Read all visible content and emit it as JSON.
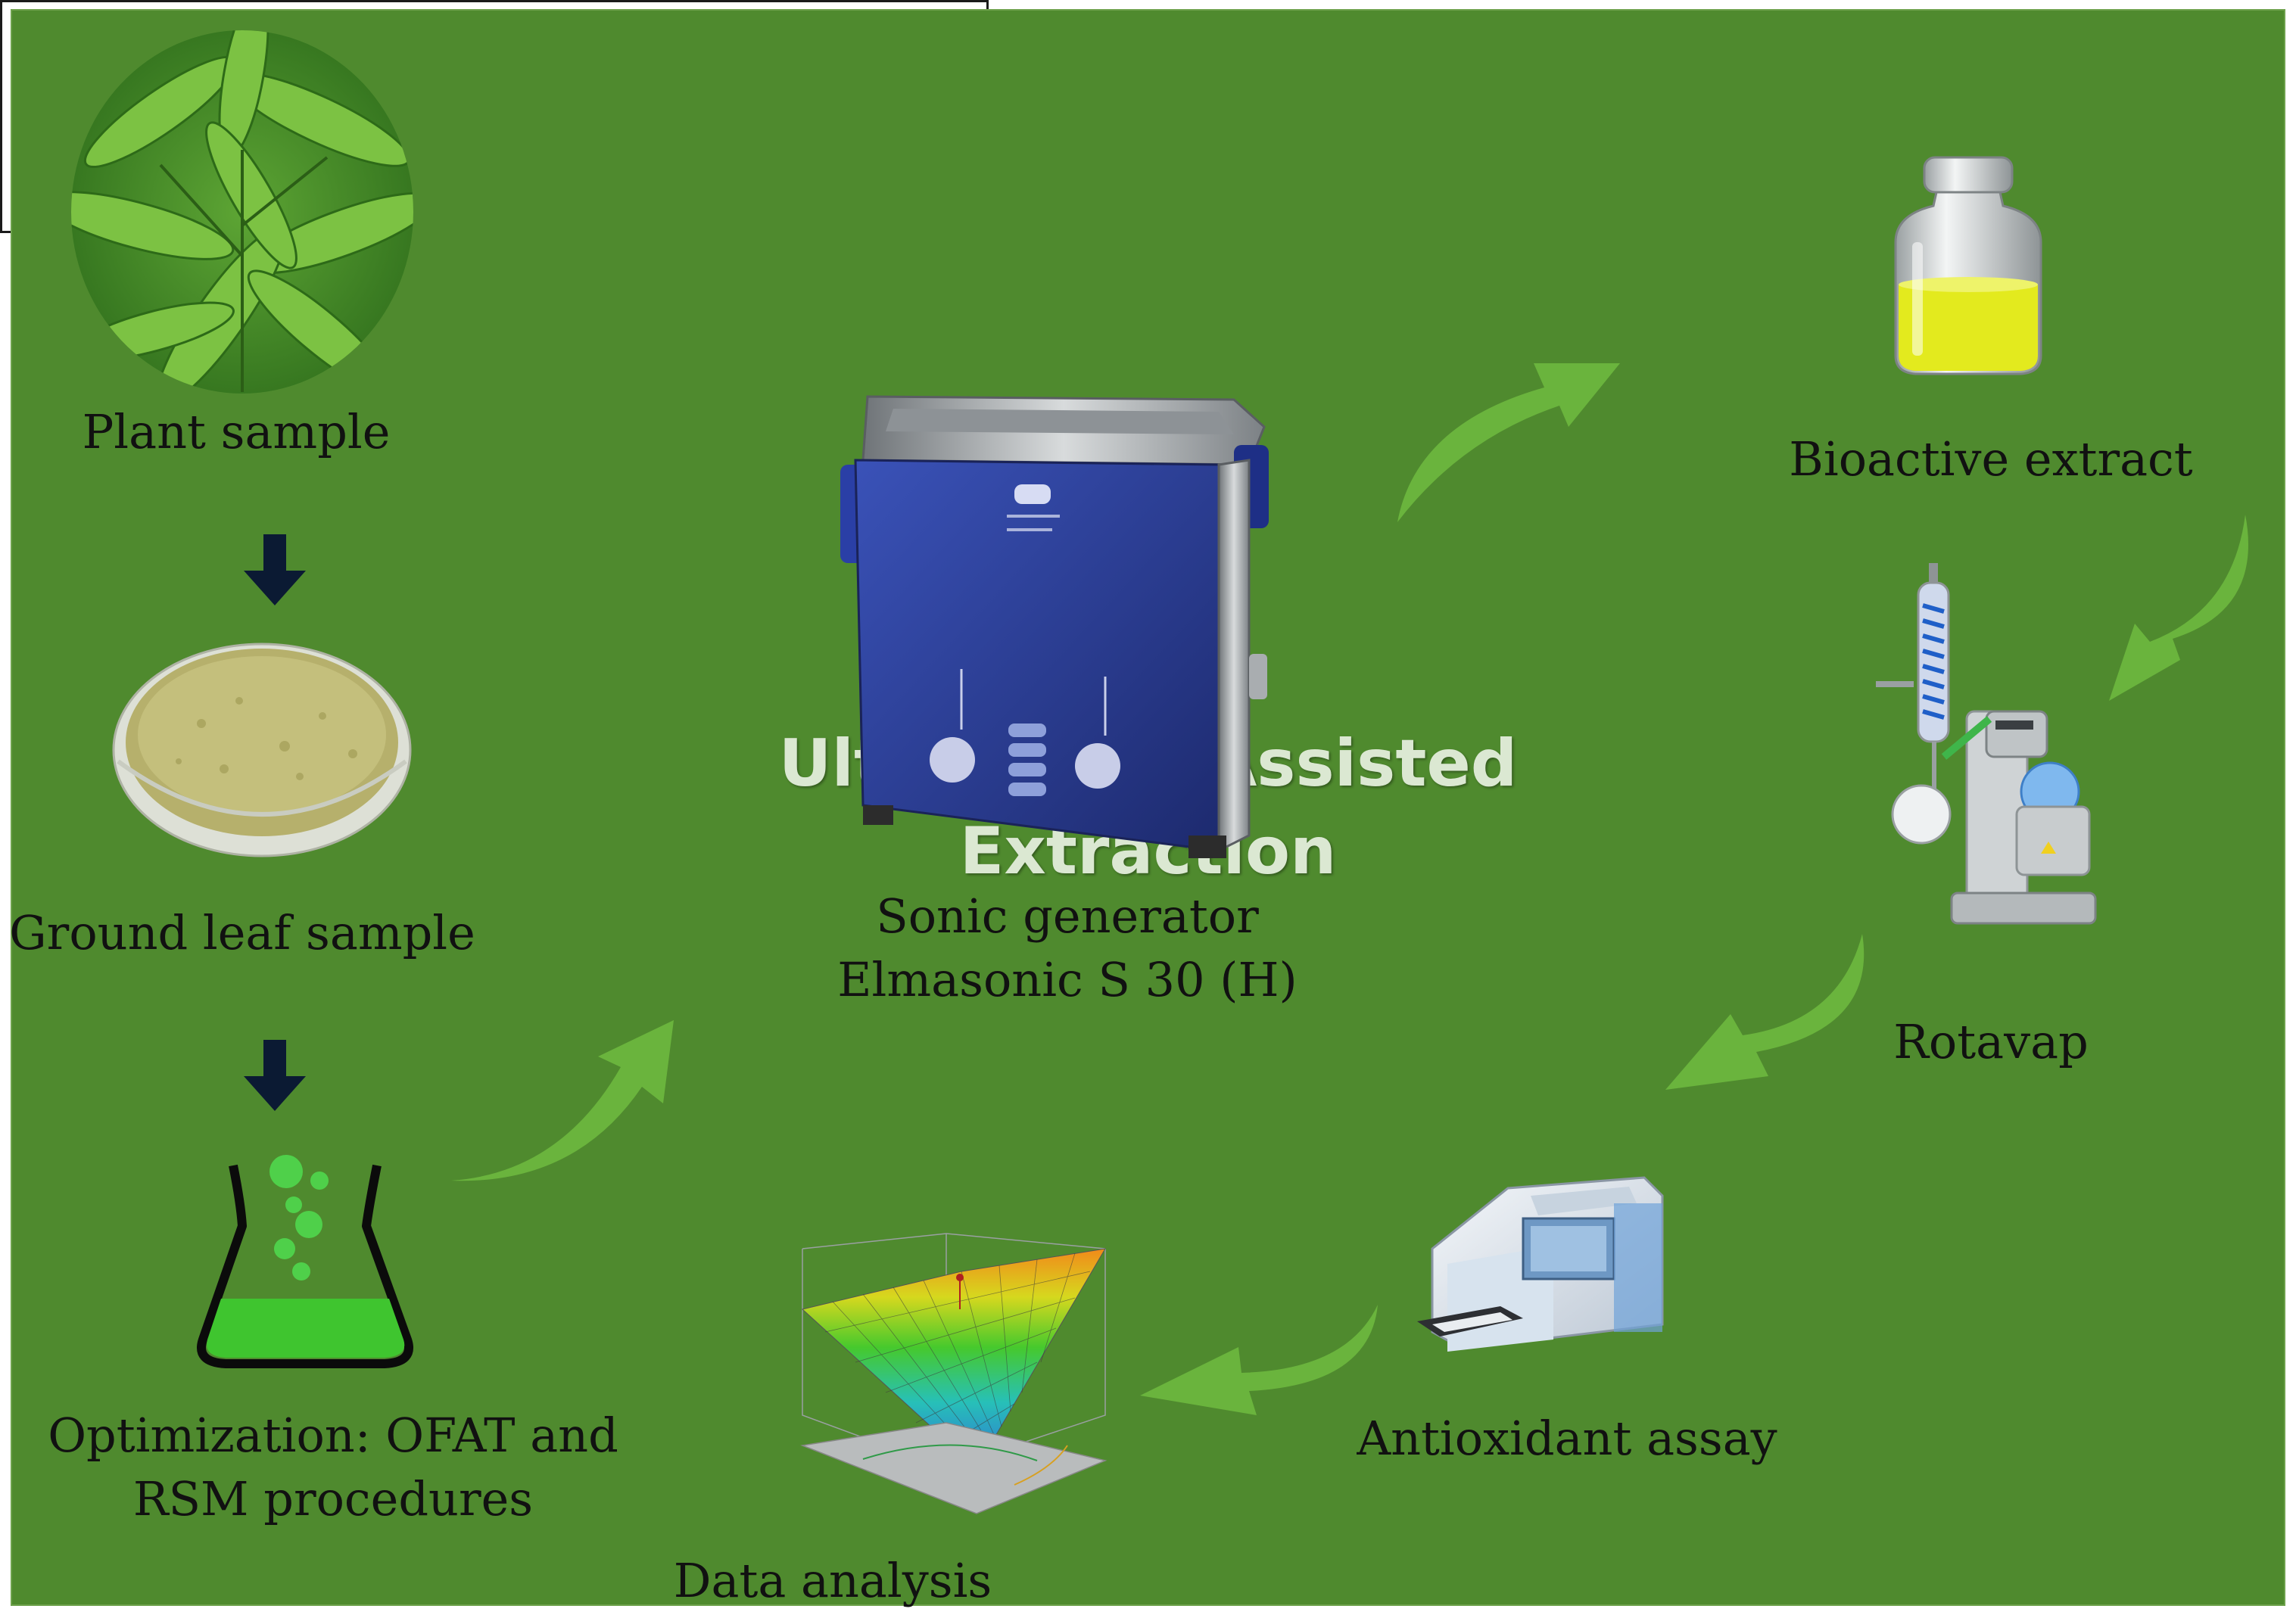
{
  "title": "Ultrasound Assisted\nExtraction",
  "steps": {
    "plant": "Plant sample",
    "ground": "Ground leaf sample",
    "optimization_line1": "Optimization: OFAT and",
    "optimization_line2": "RSM procedures",
    "sonic_line1": "Sonic generator",
    "sonic_line2": "Elmasonic S 30 (H)",
    "bioactive": "Bioactive extract",
    "rotavap": "Rotavap",
    "antioxidant": "Antioxidant assay",
    "data_analysis": "Data analysis"
  },
  "icons": {
    "plant": "leaf-photo-icon",
    "ground": "powder-dish-icon",
    "flask": "erlenmeyer-flask-icon",
    "sonicator": "ultrasonic-bath-icon",
    "vial": "extract-vial-icon",
    "rotavap": "rotary-evaporator-icon",
    "reader": "microplate-reader-icon",
    "surface": "response-surface-plot-icon",
    "arrow": "curved-arrow-icon",
    "down": "down-arrow-icon"
  },
  "colors": {
    "title_bg": "#4f8a2e",
    "arrow_green": "#6ab43d",
    "extract_yellow": "#e3ea1e",
    "flask_liquid": "#3fc52f",
    "bath_blue": "#2b3f9c"
  }
}
